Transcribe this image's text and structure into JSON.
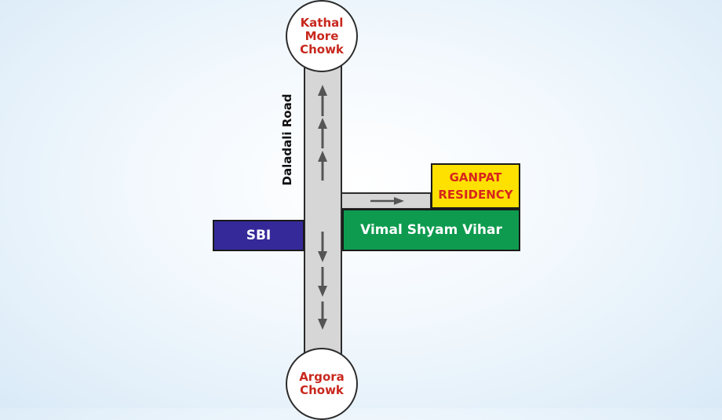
{
  "map": {
    "top_junction": "Kathal\nMore\nChowk",
    "bottom_junction": "Argora\nChowk",
    "road_name": "Daladali Road",
    "bank": "SBI",
    "site": "Vimal Shyam Vihar",
    "project_line1": "GANPAT",
    "project_line2": "RESIDENCY"
  },
  "colors": {
    "road": "#d6d6d6",
    "arrow": "#555555",
    "junction_text": "#c8281e",
    "bank_fill": "#35299a",
    "site_fill": "#0e9b4f",
    "project_fill": "#ffe100",
    "project_text": "#d7261d"
  },
  "icons": [
    "up-arrow-icon",
    "down-arrow-icon",
    "right-arrow-icon"
  ]
}
